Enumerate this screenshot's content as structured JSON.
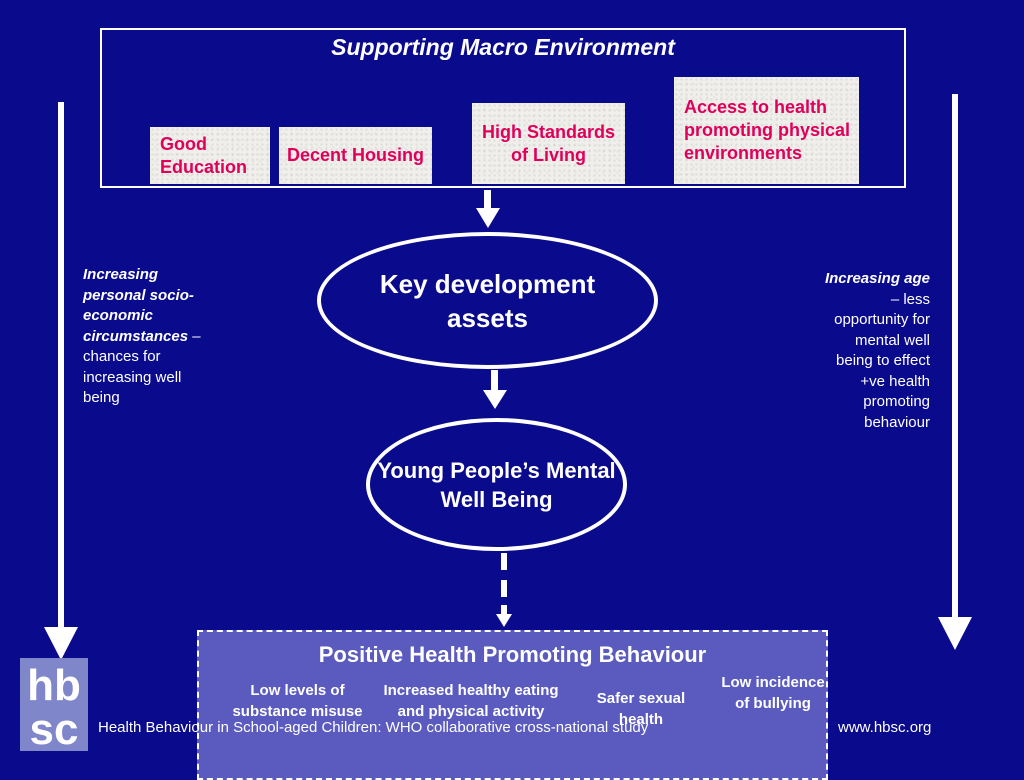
{
  "macro": {
    "title": "Supporting Macro Environment",
    "tiles": {
      "education": "Good Education",
      "housing": "Decent Housing",
      "living": "High Standards of Living",
      "access": "Access to health promoting physical environments"
    }
  },
  "nodes": {
    "assets": "Key development assets",
    "young": "Young People’s Mental Well Being"
  },
  "left_note": {
    "emphasis": "Increasing personal socio-economic circumstances",
    "rest": " – chances for increasing well being"
  },
  "right_note": {
    "emphasis": "Increasing age",
    "rest": " – less opportunity for mental well being to effect +ve health promoting behaviour"
  },
  "behaviour": {
    "title": "Positive Health Promoting Behaviour",
    "items": {
      "substance": "Low levels of substance misuse",
      "eating": "Increased healthy eating and physical activity",
      "sexual": "Safer sexual health",
      "bullying": "Low incidence of bullying"
    }
  },
  "footer": {
    "text": "Health Behaviour in School-aged Children: WHO collaborative cross-national study",
    "link": "www.hbsc.org"
  },
  "logo": {
    "line1": "hb",
    "line2": "sc"
  },
  "colors": {
    "background": "#0a0a8c",
    "tile_text": "#e0005a",
    "behaviour_box": "#5b5bbf"
  }
}
